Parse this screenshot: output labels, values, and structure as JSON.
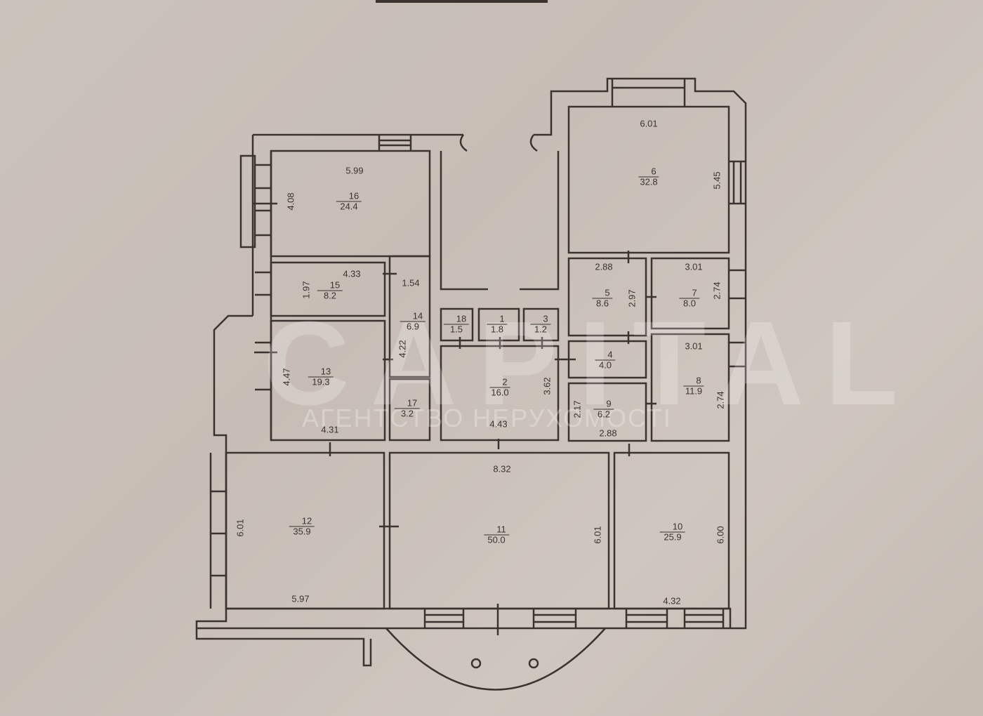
{
  "plan": {
    "type": "apartment floor plan",
    "background_color": "#c9bfb8",
    "line_color": "#3b3330"
  },
  "watermark": {
    "logo": "CAPITAL",
    "subtitle": "АГЕНТСТВО НЕРУХОМОСТІ"
  },
  "rooms": [
    {
      "id": "1",
      "area": "1.8"
    },
    {
      "id": "2",
      "area": "16.0"
    },
    {
      "id": "3",
      "area": "1.2"
    },
    {
      "id": "4",
      "area": "4.0"
    },
    {
      "id": "5",
      "area": "8.6"
    },
    {
      "id": "6",
      "area": "32.8"
    },
    {
      "id": "7",
      "area": "8.0"
    },
    {
      "id": "8",
      "area": "11.9"
    },
    {
      "id": "9",
      "area": "6.2"
    },
    {
      "id": "10",
      "area": "25.9"
    },
    {
      "id": "11",
      "area": "50.0"
    },
    {
      "id": "12",
      "area": "35.9"
    },
    {
      "id": "13",
      "area": "19.3"
    },
    {
      "id": "14",
      "area": "6.9"
    },
    {
      "id": "15",
      "area": "8.2"
    },
    {
      "id": "16",
      "area": "24.4"
    },
    {
      "id": "17",
      "area": "3.2"
    },
    {
      "id": "18",
      "area": "1.5"
    }
  ],
  "dimensions": {
    "r16_w": "5.99",
    "r16_h": "4.08",
    "r15_w": "4.33",
    "r15_h": "1.97",
    "r14_w": "1.54",
    "r14_h": "4.22",
    "r13_w": "4.31",
    "r13_h": "4.47",
    "r2_w": "4.43",
    "r2_h": "3.62",
    "r6_w": "6.01",
    "r6_h": "5.45",
    "r5_w": "2.88",
    "r5_h": "2.97",
    "r7_w": "3.01",
    "r7_h": "2.74",
    "r8_w": "3.01",
    "r8_h": "2.74",
    "r9_w": "2.88",
    "r9_h": "2.17",
    "r11_w": "8.32",
    "r11_h": "6.01",
    "r12_w": "5.97",
    "r12_h": "6.01",
    "r10_w": "4.32",
    "r10_h": "6.00"
  }
}
